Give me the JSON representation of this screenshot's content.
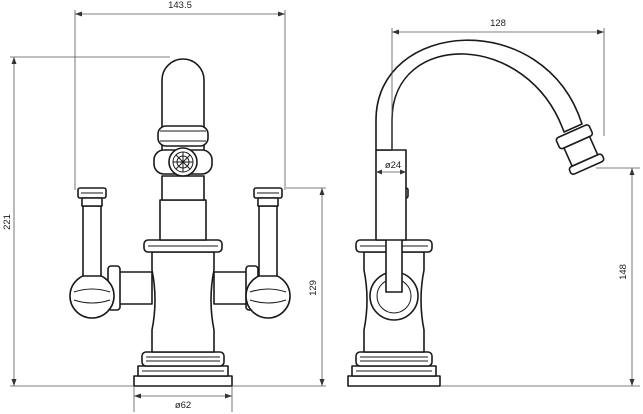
{
  "dimensions": {
    "overall_width": "143.5",
    "overall_height": "221",
    "body_height": "129",
    "base_diameter": "ø62",
    "spout_reach": "128",
    "spout_height": "148",
    "spout_diameter": "ø24"
  },
  "colors": {
    "line": "#1a1a1a",
    "dimension": "#555555",
    "background": "#ffffff"
  }
}
